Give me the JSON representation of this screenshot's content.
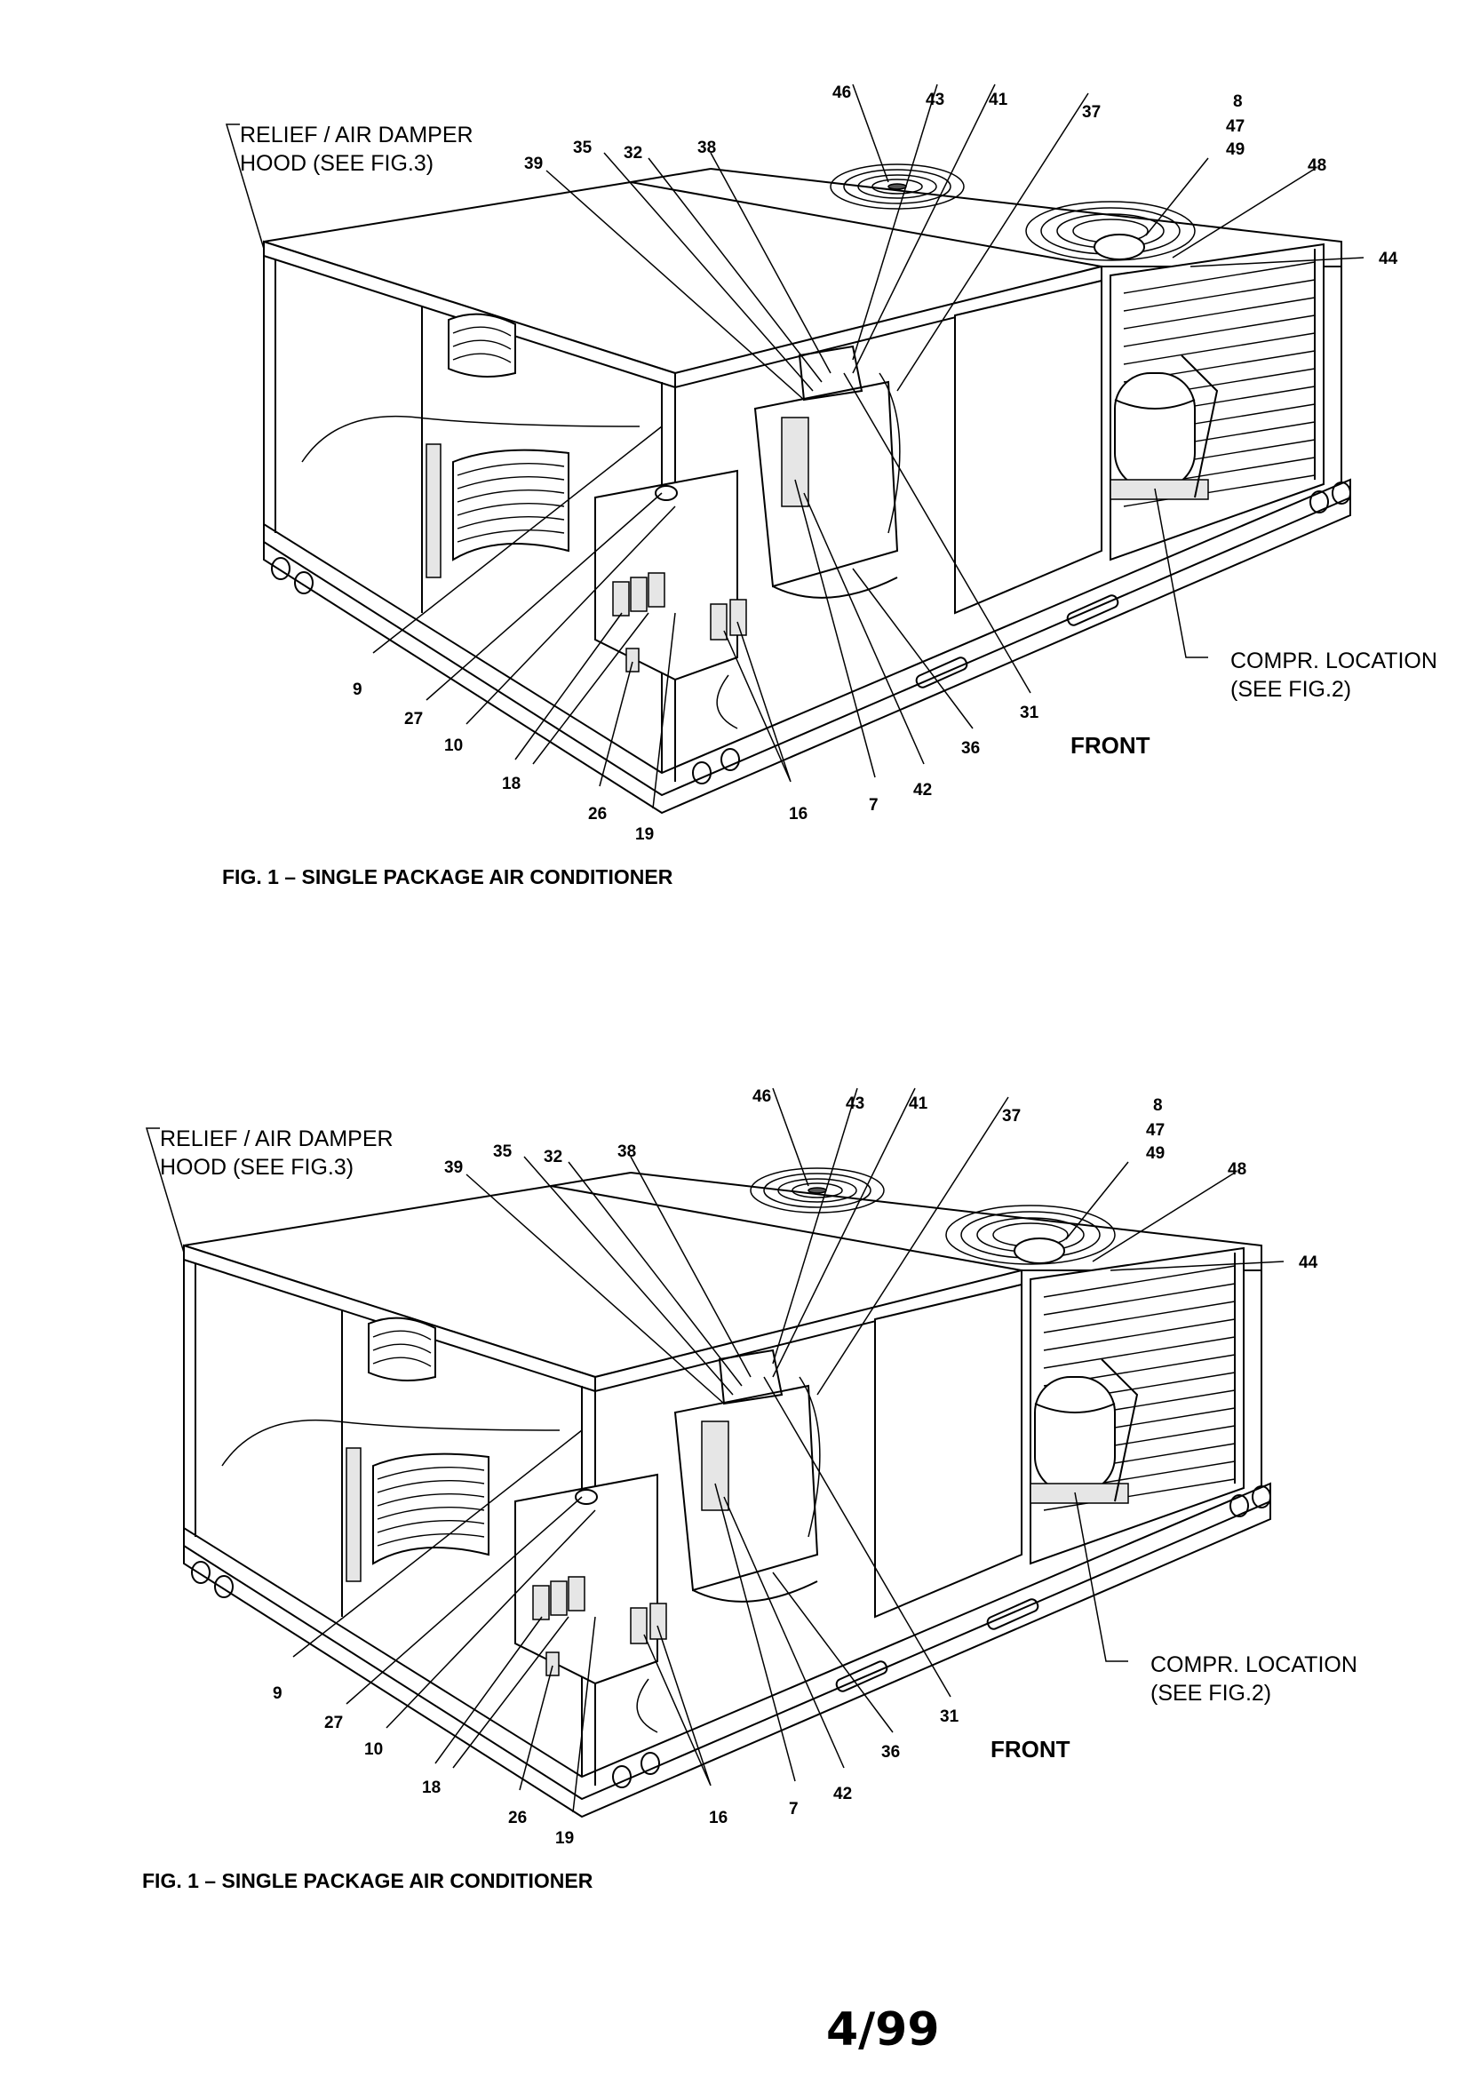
{
  "figures": [
    {
      "id": "fig1-top",
      "caption": "FIG. 1 – SINGLE PACKAGE AIR CONDITIONER",
      "hood_note_line1": "RELIEF / AIR DAMPER",
      "hood_note_line2": "HOOD (SEE FIG.3)",
      "compr_note_line1": "COMPR. LOCATION",
      "compr_note_line2": "(SEE FIG.2)",
      "front_label": "FRONT",
      "callouts": [
        "46",
        "43",
        "41",
        "37",
        "8",
        "47",
        "49",
        "48",
        "44",
        "38",
        "32",
        "35",
        "39",
        "9",
        "27",
        "10",
        "18",
        "26",
        "19",
        "16",
        "7",
        "42",
        "36",
        "31"
      ]
    },
    {
      "id": "fig1-bottom",
      "caption": "FIG. 1 – SINGLE PACKAGE AIR CONDITIONER",
      "hood_note_line1": "RELIEF / AIR DAMPER",
      "hood_note_line2": "HOOD (SEE FIG.3)",
      "compr_note_line1": "COMPR. LOCATION",
      "compr_note_line2": "(SEE FIG.2)",
      "front_label": "FRONT",
      "callouts": [
        "46",
        "43",
        "41",
        "37",
        "8",
        "47",
        "49",
        "48",
        "44",
        "38",
        "32",
        "35",
        "39",
        "9",
        "27",
        "10",
        "18",
        "26",
        "19",
        "16",
        "7",
        "42",
        "36",
        "31"
      ]
    }
  ],
  "page_number": "4/99"
}
